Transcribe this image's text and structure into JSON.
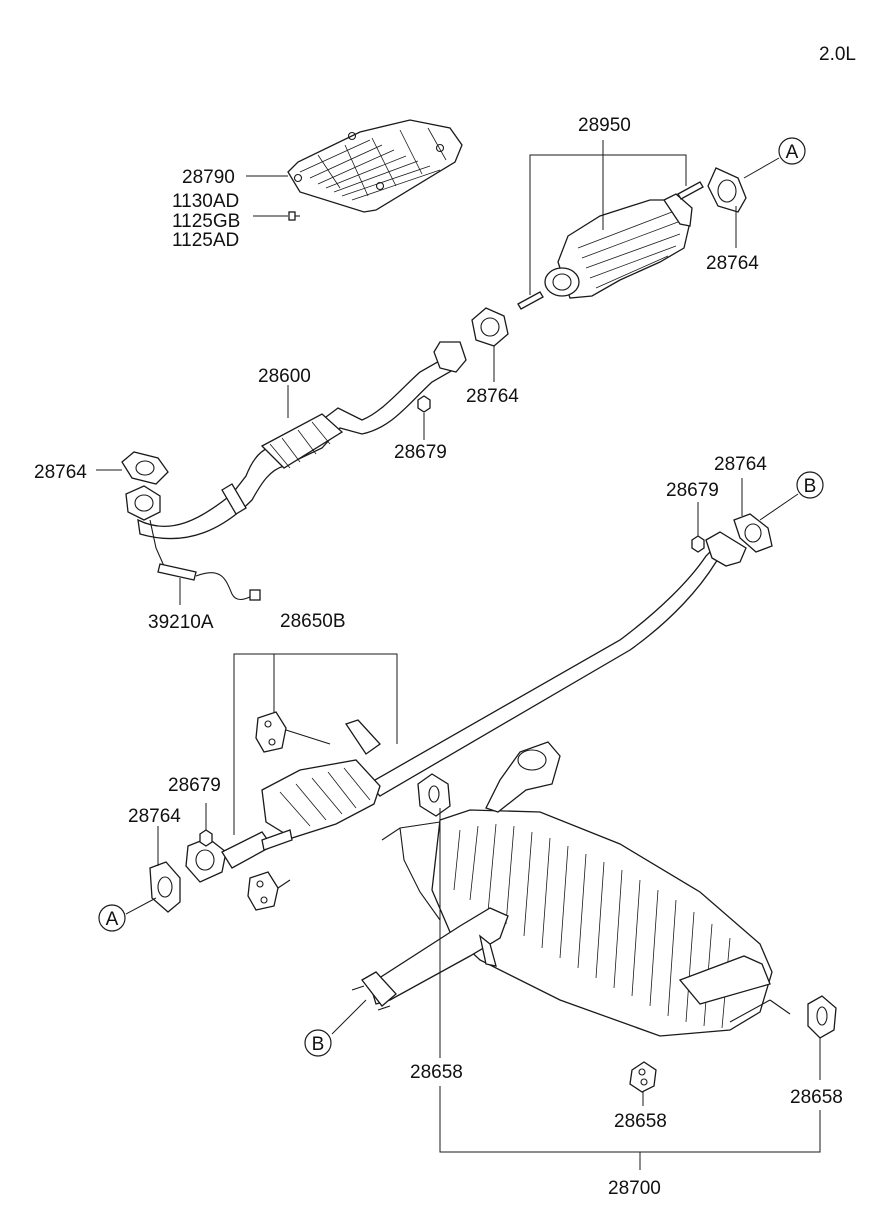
{
  "engine": "2.0L",
  "callouts": {
    "a": "A",
    "b": "B"
  },
  "parts": {
    "heat_protector": "28790",
    "bolts": [
      "1130AD",
      "1125GB",
      "1125AD"
    ],
    "catalytic_converter": "28950",
    "gasket": "28764",
    "front_pipe": "28600",
    "nut": "28679",
    "oxygen_sensor": "39210A",
    "center_muffler": "28650B",
    "hanger": "28658",
    "main_muffler": "28700"
  }
}
